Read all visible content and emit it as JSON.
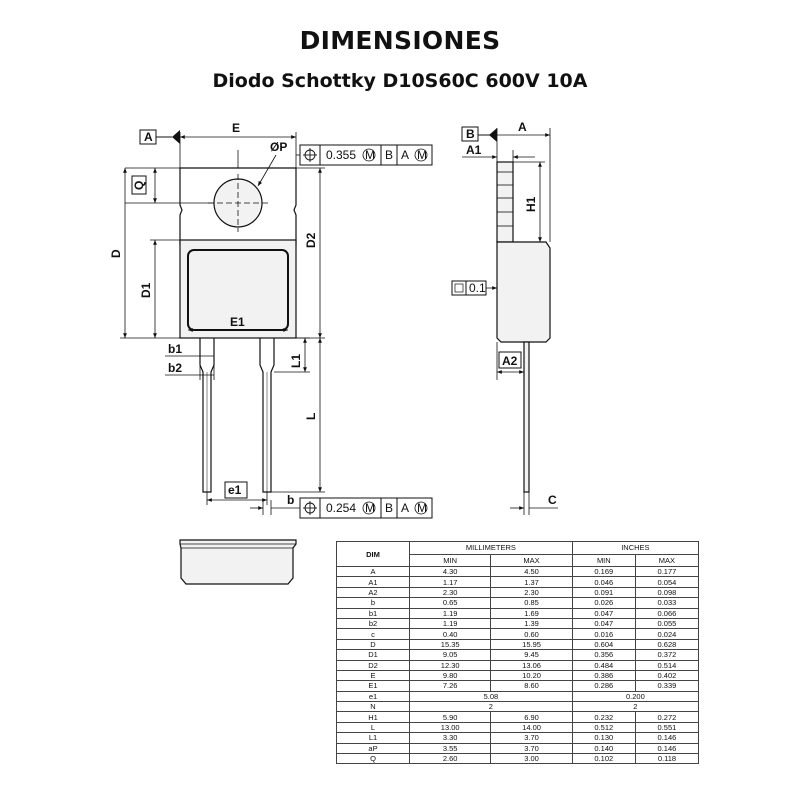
{
  "title": "DIMENSIONES",
  "subtitle": "Diodo Schottky D10S60C 600V 10A",
  "front_view": {
    "datum_a": "A",
    "label_e": "E",
    "label_phi_p": "ØP",
    "tolerance_top": {
      "symbol": "⌖",
      "value": "0.355",
      "mod": "M",
      "ref1": "B",
      "ref2": "A",
      "ref2_mod": "M"
    },
    "label_q": "Q",
    "label_d": "D",
    "label_d1": "D1",
    "label_d2": "D2",
    "label_e1": "E1",
    "label_b1": "b1",
    "label_b2": "b2",
    "label_l1": "L1",
    "label_l": "L",
    "label_e1_pitch": "e1",
    "label_b": "b",
    "tolerance_bottom": {
      "symbol": "⌖",
      "value": "0.254",
      "mod": "M",
      "ref1": "B",
      "ref2": "A",
      "ref2_mod": "M"
    }
  },
  "side_view": {
    "datum_b": "B",
    "label_a": "A",
    "label_a1": "A1",
    "label_h1": "H1",
    "flatness_value": "0.1",
    "label_a2": "A2",
    "label_c": "C"
  },
  "table": {
    "col_dim": "DIM",
    "group_mm": "MILLIMETERS",
    "group_in": "INCHES",
    "sub_min": "MIN",
    "sub_max": "MAX",
    "rows": [
      {
        "dim": "A",
        "mm_min": "4.30",
        "mm_max": "4.50",
        "in_min": "0.169",
        "in_max": "0.177"
      },
      {
        "dim": "A1",
        "mm_min": "1.17",
        "mm_max": "1.37",
        "in_min": "0.046",
        "in_max": "0.054"
      },
      {
        "dim": "A2",
        "mm_min": "2.30",
        "mm_max": "2.30",
        "in_min": "0.091",
        "in_max": "0.098"
      },
      {
        "dim": "b",
        "mm_min": "0.65",
        "mm_max": "0.85",
        "in_min": "0.026",
        "in_max": "0.033"
      },
      {
        "dim": "b1",
        "mm_min": "1.19",
        "mm_max": "1.69",
        "in_min": "0.047",
        "in_max": "0.066"
      },
      {
        "dim": "b2",
        "mm_min": "1.19",
        "mm_max": "1.39",
        "in_min": "0.047",
        "in_max": "0.055"
      },
      {
        "dim": "c",
        "mm_min": "0.40",
        "mm_max": "0.60",
        "in_min": "0.016",
        "in_max": "0.024"
      },
      {
        "dim": "D",
        "mm_min": "15.35",
        "mm_max": "15.95",
        "in_min": "0.604",
        "in_max": "0.628"
      },
      {
        "dim": "D1",
        "mm_min": "9.05",
        "mm_max": "9.45",
        "in_min": "0.356",
        "in_max": "0.372"
      },
      {
        "dim": "D2",
        "mm_min": "12.30",
        "mm_max": "13.06",
        "in_min": "0.484",
        "in_max": "0.514"
      },
      {
        "dim": "E",
        "mm_min": "9.80",
        "mm_max": "10.20",
        "in_min": "0.386",
        "in_max": "0.402"
      },
      {
        "dim": "E1",
        "mm_min": "7.26",
        "mm_max": "8.60",
        "in_min": "0.286",
        "in_max": "0.339"
      },
      {
        "dim": "e1",
        "mm_merged": "5.08",
        "in_merged": "0.200"
      },
      {
        "dim": "N",
        "mm_merged": "2",
        "in_merged": "2"
      },
      {
        "dim": "H1",
        "mm_min": "5.90",
        "mm_max": "6.90",
        "in_min": "0.232",
        "in_max": "0.272"
      },
      {
        "dim": "L",
        "mm_min": "13.00",
        "mm_max": "14.00",
        "in_min": "0.512",
        "in_max": "0.551"
      },
      {
        "dim": "L1",
        "mm_min": "3.30",
        "mm_max": "3.70",
        "in_min": "0.130",
        "in_max": "0.146"
      },
      {
        "dim": "aP",
        "mm_min": "3.55",
        "mm_max": "3.70",
        "in_min": "0.140",
        "in_max": "0.146"
      },
      {
        "dim": "Q",
        "mm_min": "2.60",
        "mm_max": "3.00",
        "in_min": "0.102",
        "in_max": "0.118"
      }
    ]
  }
}
